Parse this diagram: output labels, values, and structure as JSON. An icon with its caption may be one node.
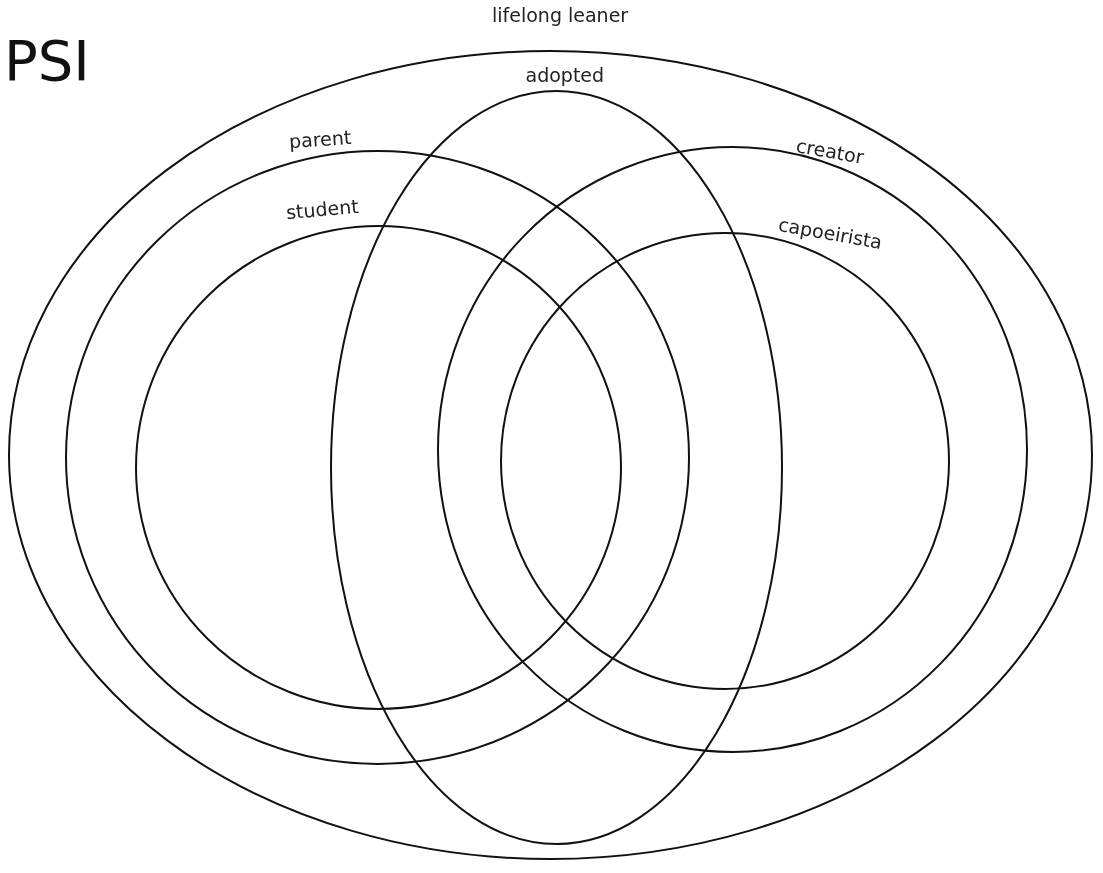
{
  "diagram": {
    "title": "PSI",
    "nodes": [
      {
        "text": [
          "lifelong leaner"
        ]
      },
      {
        "text": [
          "adopted"
        ],
        "in": 0
      },
      {
        "text": [
          "parent"
        ],
        "in": 0
      },
      {
        "text": [
          "student"
        ],
        "in": 2
      },
      {
        "text": [
          "creator"
        ],
        "in": 0
      },
      {
        "text": [
          "capoeirista"
        ],
        "in": 4
      }
    ]
  }
}
